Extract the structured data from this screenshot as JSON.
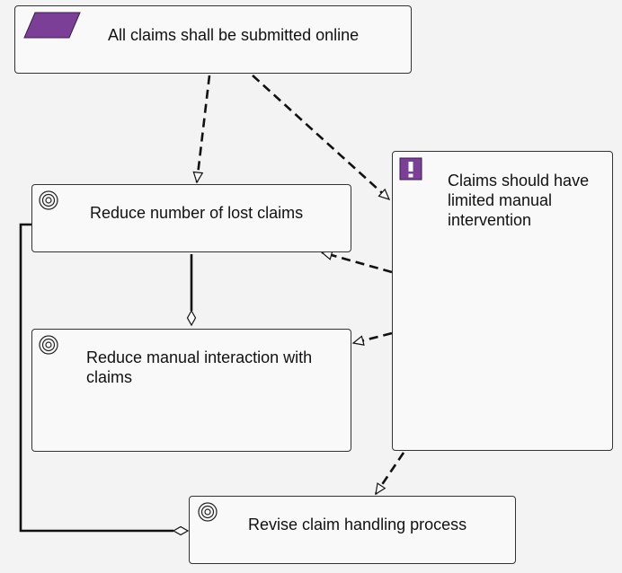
{
  "colors": {
    "background": "#f3f3f3",
    "node_fill": "#f9f9f9",
    "node_border": "#333333",
    "accent_purple": "#7b3f98",
    "connector": "#111111"
  },
  "nodes": {
    "constraint": {
      "label": "All claims shall be submitted online",
      "icon": "constraint-parallelogram-icon"
    },
    "principle": {
      "label": "Claims should have limited manual intervention",
      "icon": "principle-exclamation-icon"
    },
    "goal_lost": {
      "label": "Reduce number of lost claims",
      "icon": "goal-target-icon"
    },
    "goal_manual": {
      "label": "Reduce manual interaction with claims",
      "icon": "goal-target-icon"
    },
    "goal_revise": {
      "label": "Revise claim handling process",
      "icon": "goal-target-icon"
    }
  },
  "relations": [
    {
      "from": "constraint",
      "to": "goal_lost",
      "type": "realization"
    },
    {
      "from": "constraint",
      "to": "principle",
      "type": "realization"
    },
    {
      "from": "principle",
      "to": "goal_lost",
      "type": "realization"
    },
    {
      "from": "principle",
      "to": "goal_manual",
      "type": "realization"
    },
    {
      "from": "principle",
      "to": "goal_revise",
      "type": "realization"
    },
    {
      "from": "goal_lost",
      "to": "goal_manual",
      "type": "aggregation"
    },
    {
      "from": "goal_lost",
      "to": "goal_revise",
      "type": "aggregation"
    }
  ]
}
